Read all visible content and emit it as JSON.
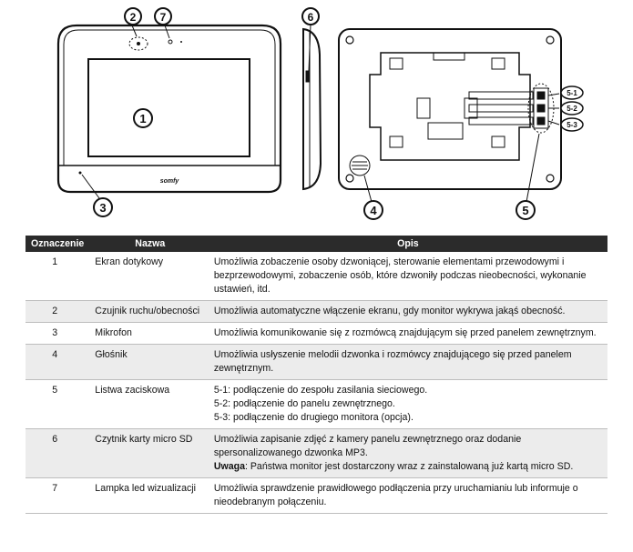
{
  "figure": {
    "callouts": [
      "1",
      "2",
      "3",
      "4",
      "5",
      "6",
      "7"
    ],
    "brand": "somfy",
    "terminal_labels": [
      "5-1",
      "5-2",
      "5-3"
    ]
  },
  "table": {
    "headers": {
      "id": "Oznaczenie",
      "name": "Nazwa",
      "desc": "Opis"
    },
    "rows": [
      {
        "id": "1",
        "name": "Ekran dotykowy",
        "desc": [
          "Umożliwia zobaczenie osoby dzwoniącej, sterowanie elementami przewodowymi i",
          "bezprzewodowymi, zobaczenie osób, które dzwoniły podczas nieobecności, wykonanie",
          "ustawień, itd."
        ]
      },
      {
        "id": "2",
        "name": "Czujnik ruchu/obecności",
        "desc": [
          "Umożliwia automatyczne włączenie ekranu, gdy monitor wykrywa jakąś obecność."
        ]
      },
      {
        "id": "3",
        "name": "Mikrofon",
        "desc": [
          "Umożliwia komunikowanie się z rozmówcą znajdującym się przed panelem zewnętrznym."
        ]
      },
      {
        "id": "4",
        "name": "Głośnik",
        "desc": [
          "Umożliwia usłyszenie melodii dzwonka i rozmówcy znajdującego się przed panelem",
          "zewnętrznym."
        ]
      },
      {
        "id": "5",
        "name": "Listwa zaciskowa",
        "desc": [
          "5-1: podłączenie do zespołu zasilania sieciowego.",
          "5-2: podłączenie do panelu zewnętrznego.",
          "5-3: podłączenie do drugiego monitora (opcja)."
        ]
      },
      {
        "id": "6",
        "name": "Czytnik karty micro SD",
        "desc": [
          "Umożliwia zapisanie zdjęć z kamery panelu zewnętrznego oraz dodanie",
          "spersonalizowanego dzwonka MP3."
        ],
        "note_label": "Uwaga",
        "note_text": ": Państwa monitor jest dostarczony wraz z zainstalowaną już kartą micro SD."
      },
      {
        "id": "7",
        "name": "Lampka led wizualizacji",
        "desc": [
          "Umożliwia sprawdzenie prawidłowego podłączenia przy uruchamianiu lub informuje o",
          "nieodebranym połączeniu."
        ]
      }
    ]
  }
}
